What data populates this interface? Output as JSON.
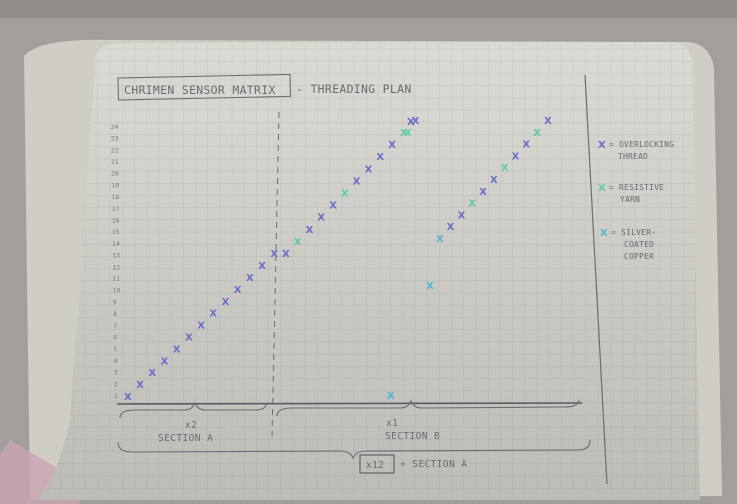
{
  "notebook": {
    "title": "CHRIMEN SENSOR MATRIX",
    "subtitle": "- THREADING PLAN",
    "row_numbers": [
      "1",
      "2",
      "3",
      "4",
      "5",
      "6",
      "7",
      "8",
      "9",
      "10",
      "11",
      "12",
      "13",
      "14",
      "15",
      "16",
      "17",
      "18",
      "19",
      "20",
      "21",
      "22",
      "23",
      "24"
    ],
    "legend": [
      {
        "symbol": "X",
        "color": "#6a6fc8",
        "line1": "= OVERLOCKING",
        "line2": "THREAD"
      },
      {
        "symbol": "X",
        "color": "#5fc9a8",
        "line1": "= RESISTIVE",
        "line2": "YARN"
      },
      {
        "symbol": "X",
        "color": "#55b7cf",
        "line1": "= SILVER-",
        "line2": "COATED",
        "line3": "COPPER"
      }
    ],
    "repeat_a": "x2",
    "repeat_b": "x1",
    "section_a": "SECTION A",
    "section_b": "SECTION B",
    "total_box": "x12",
    "total_text": "+ SECTION A",
    "colors": {
      "paper": "#e4e3dc",
      "grid": "#c4c8c6",
      "pencil": "#6e6a70",
      "overlock": "#6a6fc8",
      "resistive": "#5fc9a8",
      "copper": "#55b7cf"
    }
  }
}
